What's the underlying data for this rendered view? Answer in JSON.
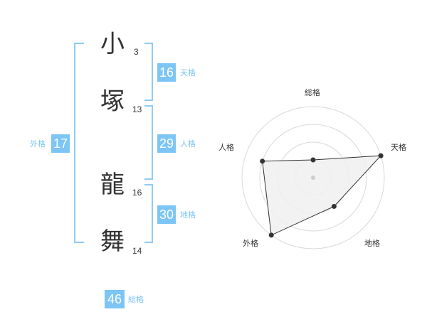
{
  "name": {
    "chars": [
      {
        "char": "小",
        "strokes": "3"
      },
      {
        "char": "塚",
        "strokes": "13"
      },
      {
        "char": "龍",
        "strokes": "16"
      },
      {
        "char": "舞",
        "strokes": "14"
      }
    ]
  },
  "fortunes": {
    "tenkaku": {
      "value": "16",
      "label": "天格"
    },
    "jinkaku": {
      "value": "29",
      "label": "人格"
    },
    "chikaku": {
      "value": "30",
      "label": "地格"
    },
    "gaikaku": {
      "value": "17",
      "label": "外格"
    },
    "soukaku": {
      "value": "46",
      "label": "総格"
    }
  },
  "radar": {
    "axes": [
      "総格",
      "天格",
      "地格",
      "外格",
      "人格"
    ],
    "levels": 4,
    "max": 4,
    "values": {
      "総格": 1,
      "天格": 4,
      "地格": 2,
      "外格": 4,
      "人格": 3
    },
    "fill": "#f0f0f0",
    "line": "#333333",
    "grid": "#d9d9d9",
    "accent": "#7cc5f5"
  }
}
